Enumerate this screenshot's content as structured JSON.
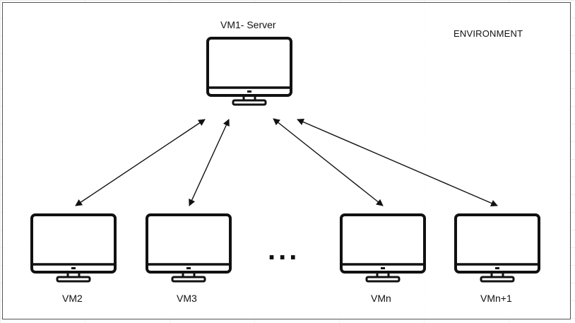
{
  "environment_label": "ENVIRONMENT",
  "server": {
    "label": "VM1- Server"
  },
  "clients": [
    {
      "label": "VM2"
    },
    {
      "label": "VM3"
    },
    {
      "label": "VMn"
    },
    {
      "label": "VMn+1"
    }
  ],
  "ellipsis": "...",
  "icons": {
    "computer": "monitor-icon",
    "connection": "bidirectional-arrow"
  },
  "colors": {
    "stroke": "#111111",
    "background": "#ffffff",
    "grid": "#e6e6e6"
  }
}
